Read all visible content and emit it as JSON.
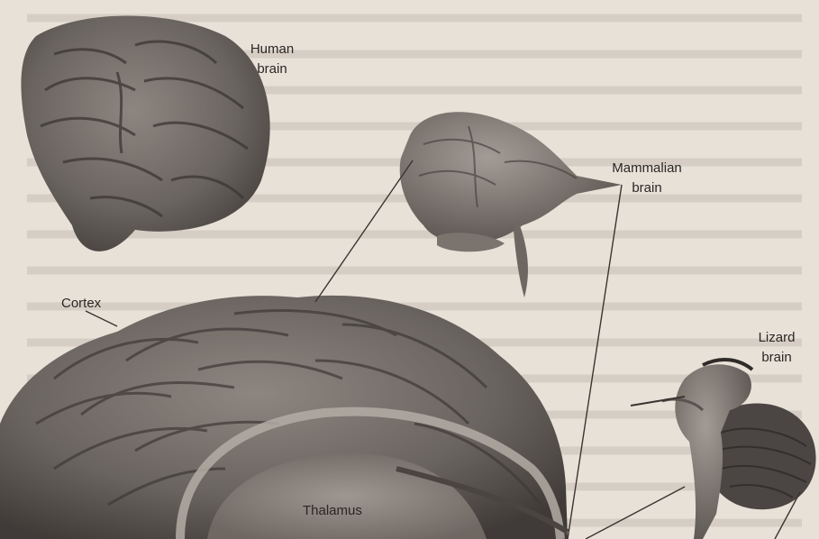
{
  "labels": {
    "human_brain": [
      "Human",
      "brain"
    ],
    "mammalian_brain": [
      "Mammalian",
      "brain"
    ],
    "lizard_brain": [
      "Lizard",
      "brain"
    ],
    "cortex": "Cortex",
    "thalamus": "Thalamus"
  },
  "colors": {
    "paper": "#e8e1d8",
    "brain_tissue": "#6f6863",
    "brain_dark": "#3f3a37",
    "brain_light": "#9a938d",
    "line": "#3a3532"
  }
}
